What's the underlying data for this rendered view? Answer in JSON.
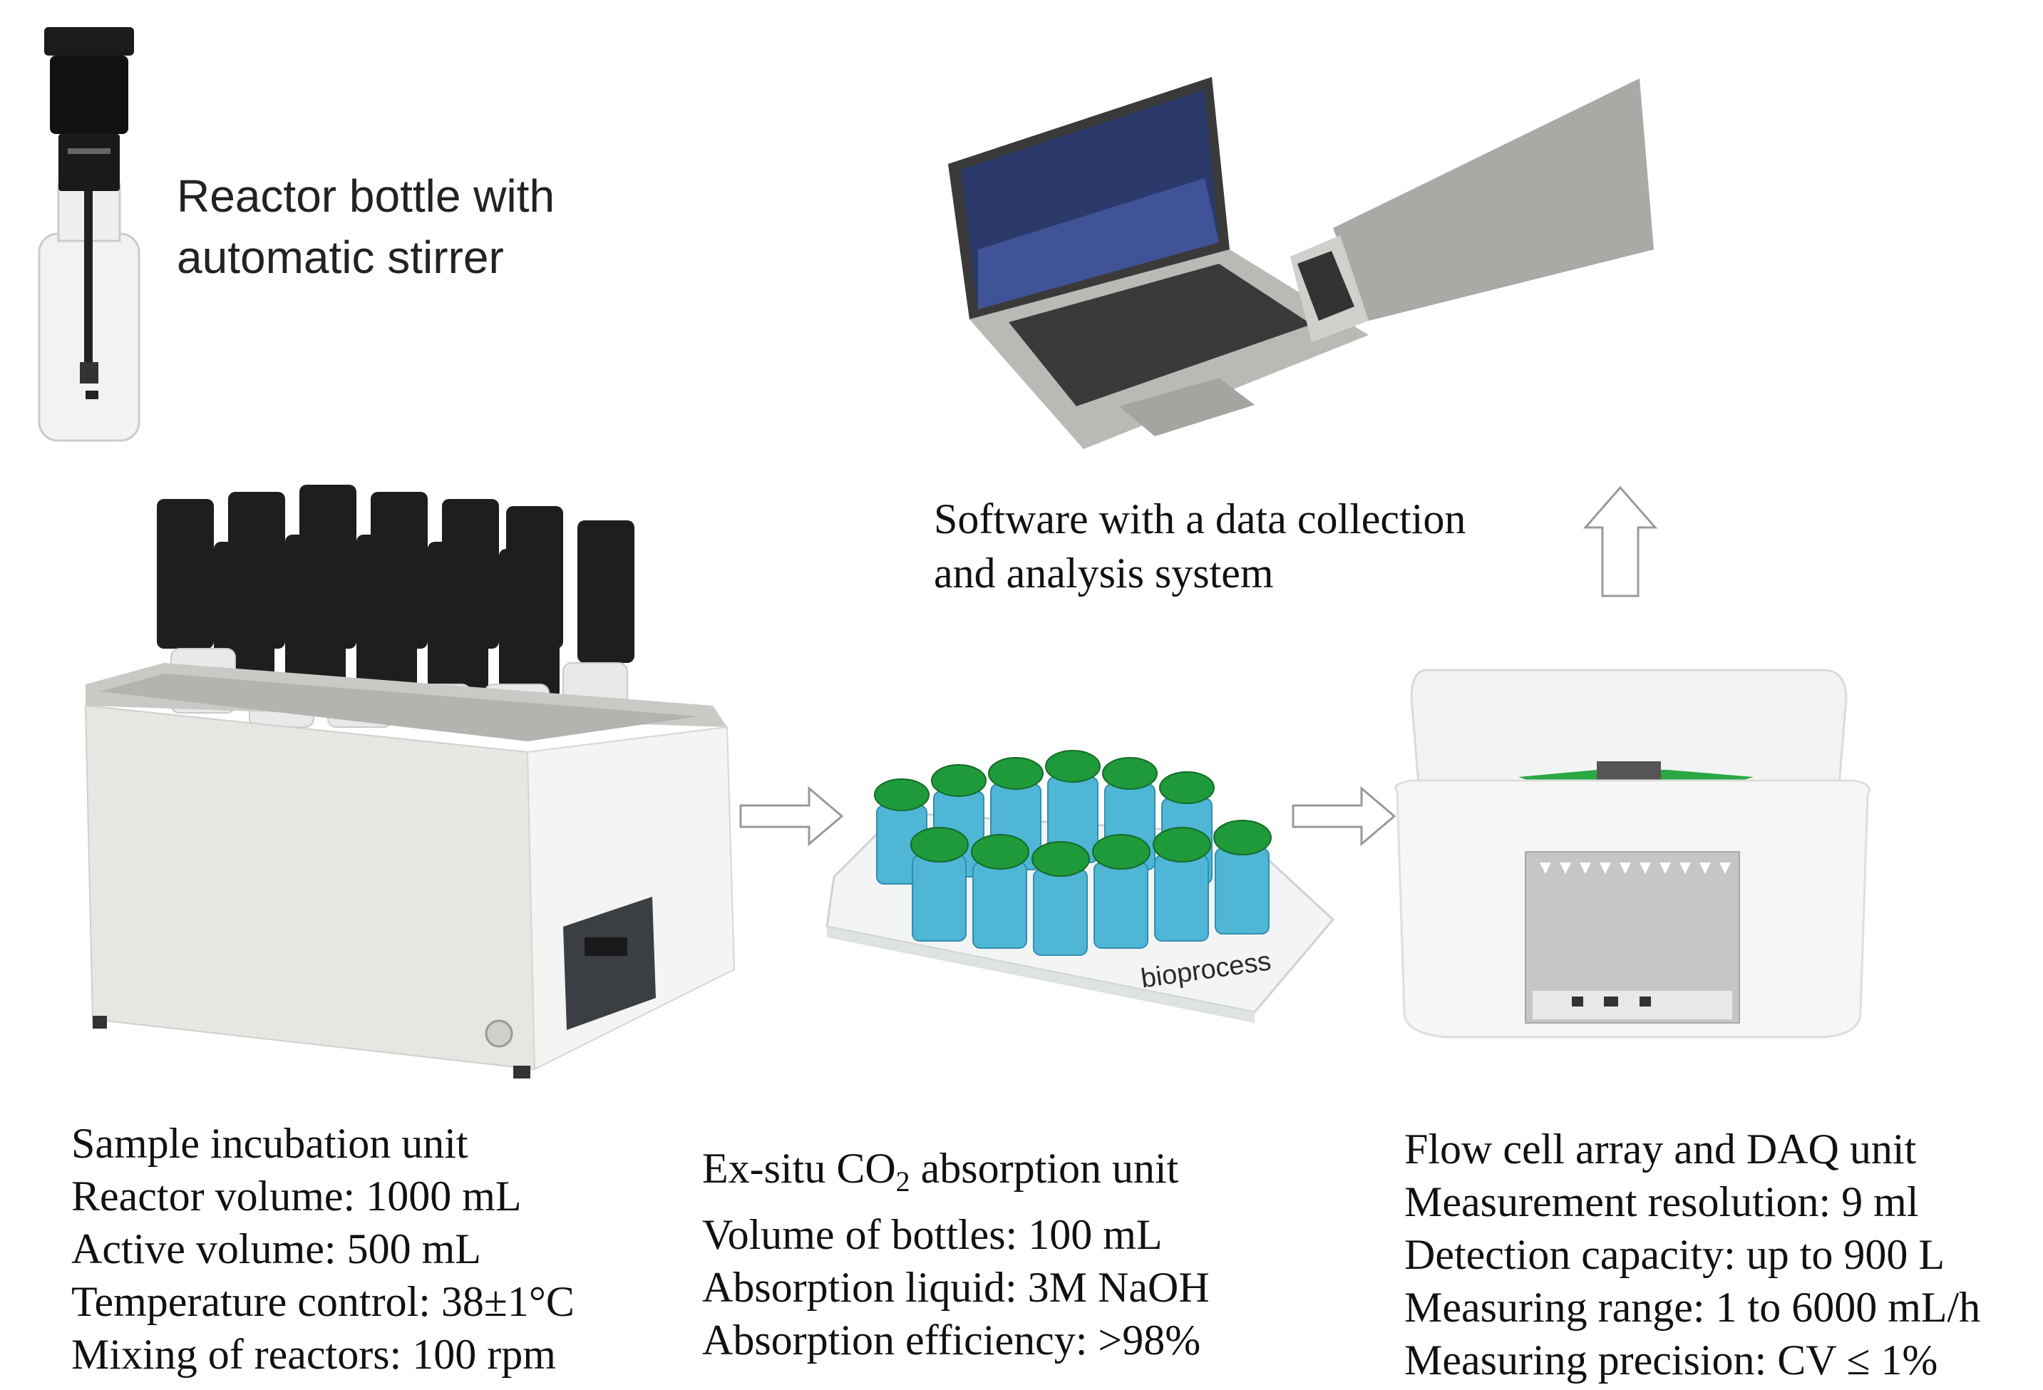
{
  "stirrer_label": {
    "line1": "Reactor bottle with",
    "line2": "automatic stirrer"
  },
  "software_label": {
    "line1": "Software with a data collection",
    "line2": "and analysis system"
  },
  "incubation": {
    "lines": [
      "Sample incubation unit",
      "Reactor volume: 1000 mL",
      "Active volume: 500 mL",
      "Temperature control: 38±1°C",
      "Mixing of reactors: 100 rpm"
    ]
  },
  "absorption": {
    "title_prefix": "Ex-situ CO",
    "title_sub": "2",
    "title_suffix": " absorption unit",
    "lines": [
      "Volume of bottles: 100 mL",
      "Absorption liquid: 3M NaOH",
      "Absorption efficiency: >98%"
    ]
  },
  "flowcell": {
    "lines": [
      "Flow cell array and DAQ unit",
      "Measurement resolution: 9 ml",
      "Detection capacity: up to 900 L",
      "Measuring range: 1 to 6000 mL/h",
      "Measuring precision: CV ≤ 1%"
    ]
  },
  "tray_logo": "bioprocess",
  "colors": {
    "cap_green": "#1f9a3a",
    "liquid_blue": "#4fb6d6",
    "steel": "#d9d9d6",
    "laptop": "#a8aaa6",
    "arrow_stroke": "#9a9a9a"
  }
}
